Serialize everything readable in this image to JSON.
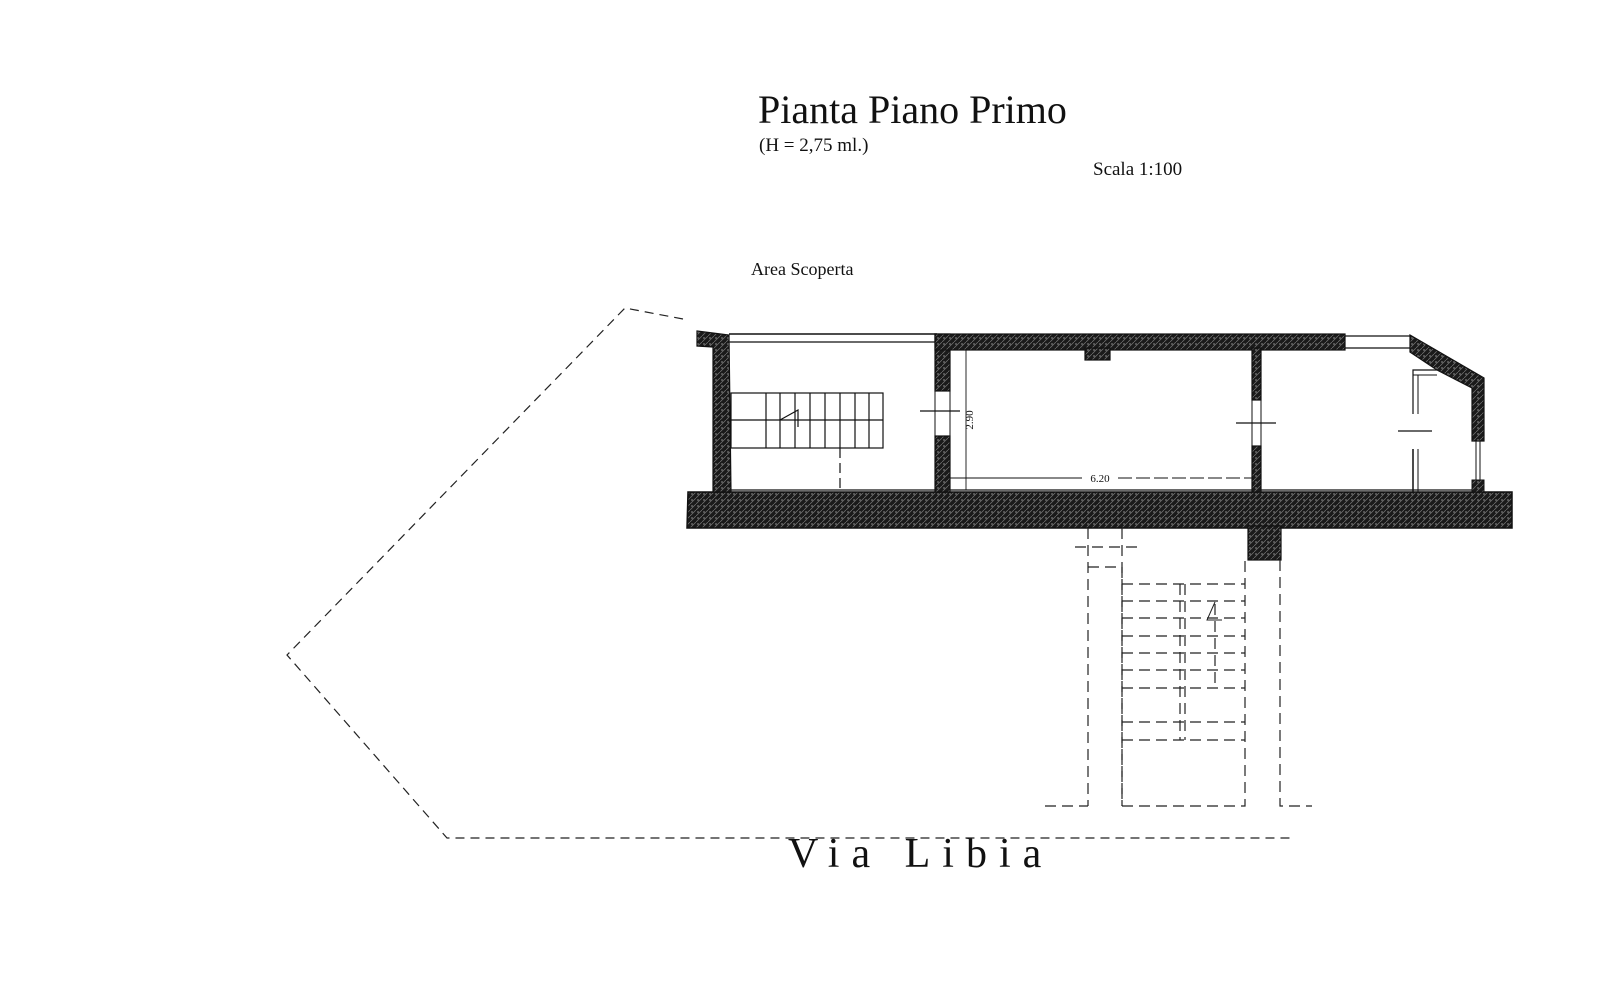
{
  "header": {
    "title": "Pianta Piano Primo",
    "subtitle": "(H = 2,75 ml.)",
    "scale": "Scala 1:100"
  },
  "labels": {
    "open_area": "Area Scoperta",
    "street": "Via Libia"
  },
  "dimensions": {
    "room_depth": "2.90",
    "room_length": "6.20"
  },
  "colors": {
    "wall_fill": "#1a1a1a",
    "line": "#111111",
    "background": "#ffffff"
  }
}
